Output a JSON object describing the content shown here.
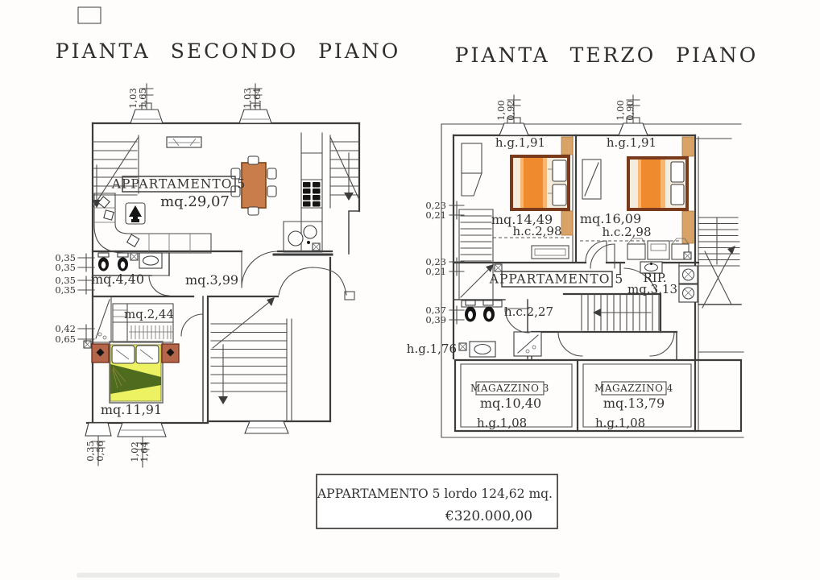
{
  "colors": {
    "line": "#3c3c3c",
    "bed_orange": "#ef8a2e",
    "orange_glow": "#f8b670",
    "bed_frame_brown": "#7a3a1c",
    "tan_wall": "#d9a367",
    "table_wood": "#c97d4a",
    "bed_yellow": "#edf263",
    "blanket_green": "#4f6b1d",
    "nightstand_brown": "#b5654a",
    "sheet_white": "#f4ecdc"
  },
  "left_plan": {
    "title": "PIANTA SECONDO PIANO",
    "apartment_box": "APPARTAMENTO 5",
    "living_area": "mq.29,07",
    "bath_area": "mq.4,40",
    "hall_area": "mq.3,99",
    "closet_area": "mq.2,44",
    "bedroom_area": "mq.11,91",
    "dims": {
      "w1a": "1,03",
      "w1b": "1,65",
      "w2a": "1,03",
      "w2b": "1,64",
      "l1": "0,35",
      "l2": "0,35",
      "l3": "0,35",
      "l4": "0,35",
      "l5": "0,42",
      "l6": "0,65",
      "b1a": "0,35",
      "b1b": "0,56",
      "b2a": "1,02",
      "b2b": "1,64"
    }
  },
  "right_plan": {
    "title": "PIANTA TERZO PIANO",
    "apartment_box": "APPARTAMENTO 5",
    "bedroom1": {
      "hg": "h.g.1,91",
      "mq": "mq.14,49",
      "hc": "h.c.2,98"
    },
    "bedroom2": {
      "hg": "h.g.1,91",
      "mq": "mq.16,09",
      "hc": "h.c.2,98"
    },
    "rip": {
      "label": "RIP.",
      "mq": "mq.3,13"
    },
    "bath_hc": "h.c.2,27",
    "hg_176": "h.g.1,76",
    "mag3": {
      "label": "MAGAZZINO 3",
      "mq": "mq.10,40",
      "hg": "h.g.1,08"
    },
    "mag4": {
      "label": "MAGAZZINO 4",
      "mq": "mq.13,79",
      "hg": "h.g.1,08"
    },
    "dims": {
      "w1a": "1,00",
      "w1b": "0,92",
      "w2a": "1,00",
      "w2b": "0,90",
      "l1a": "0,23",
      "l1b": "0,21",
      "l2a": "0,23",
      "l2b": "0,21",
      "l3a": "0,37",
      "l3b": "0,39"
    }
  },
  "footer": {
    "line1": "APPARTAMENTO 5 lordo 124,62 mq.",
    "line2": "€320.000,00"
  }
}
